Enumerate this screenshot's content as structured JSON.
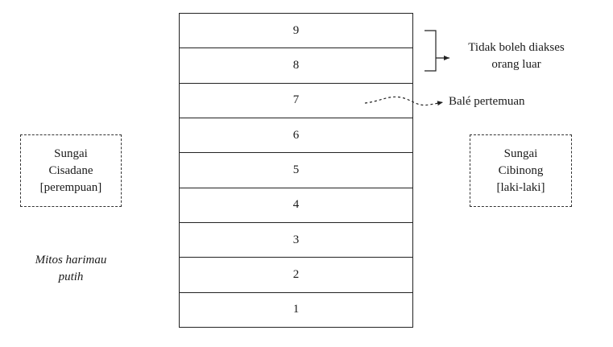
{
  "tower": {
    "levels": [
      "9",
      "8",
      "7",
      "6",
      "5",
      "4",
      "3",
      "2",
      "1"
    ]
  },
  "annotations": {
    "restricted": {
      "line1": "Tidak boleh diakses",
      "line2": "orang luar"
    },
    "meeting_hall": "Balé pertemuan"
  },
  "rivers": {
    "left": {
      "line1": "Sungai",
      "line2": "Cisadane",
      "line3": "[perempuan]"
    },
    "right": {
      "line1": "Sungai",
      "line2": "Cibinong",
      "line3": "[laki-laki]"
    }
  },
  "myth": {
    "line1": "Mitos harimau",
    "line2": "putih"
  }
}
